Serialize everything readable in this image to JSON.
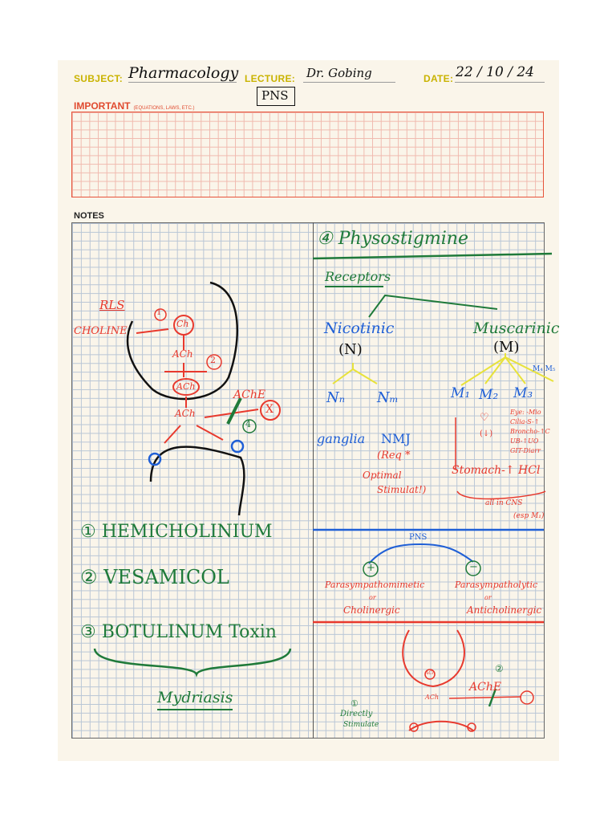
{
  "header": {
    "subject_label": "SUBJECT:",
    "subject_value": "Pharmacology",
    "lecture_label": "LECTURE:",
    "lecture_value": "Dr. Gobing",
    "date_label": "DATE:",
    "date_value": "22 / 10 / 24",
    "topic": "PNS"
  },
  "important": {
    "label": "IMPORTANT",
    "note": "(EQUATIONS, LAWS, ETC.)"
  },
  "notes_label": "NOTES",
  "left": {
    "rls": "RLS",
    "choline": "CHOLINE",
    "ch": "Ch",
    "ach1": "ACh",
    "ach2": "ACh",
    "ach3": "ACh",
    "ache": "AChE",
    "step1": "1",
    "step2": "2",
    "step4": "4",
    "x_mark": "X",
    "item1": "① HEMICHOLINIUM",
    "item2": "② VESAMICOL",
    "item3": "③ BOTULINUM Toxin",
    "mydriasis": "Mydriasis"
  },
  "right": {
    "physo": "④ Physostigmine",
    "receptors": "Receptors",
    "nicotinic": "Nicotinic",
    "nicotinic_abbr": "(N)",
    "muscarinic": "Muscarinic",
    "muscarinic_abbr": "(M)",
    "nn": "Nₙ",
    "nm": "Nₘ",
    "m1": "M₁",
    "m2": "M₂",
    "m3": "M₃",
    "m4m5": "M₄ M₅",
    "ganglia": "ganglia",
    "nmj": "NMJ",
    "req": "(Req *",
    "optimal": "Optimal",
    "stimulat": "Stimulat!)",
    "heart": "♡",
    "heart_sign": "(↓)",
    "m3_effects": [
      "Eye: -Mio",
      "Cilia-S-↑",
      "Broncho-↑C",
      "UB-↑UO",
      "GIT-Diarr"
    ],
    "stomach": "Stomach-↑ HCl",
    "cns": "all in CNS",
    "cns2": "(esp M₁)",
    "pns": "PNS",
    "plus": "+",
    "minus": "−",
    "parasympathomimetic": "Parasympathomimetic",
    "or1": "or",
    "cholinergic": "Cholinergic",
    "parasympatholytic": "Parasympatholytic",
    "or2": "or",
    "anticholinergic": "Anticholinergic",
    "ach_mini": "ACh",
    "ach_mini2": "ACh",
    "ache_mini": "AChE",
    "c1": "①",
    "c2": "②",
    "directly": "Directly",
    "stimulate": "Stimulate"
  }
}
